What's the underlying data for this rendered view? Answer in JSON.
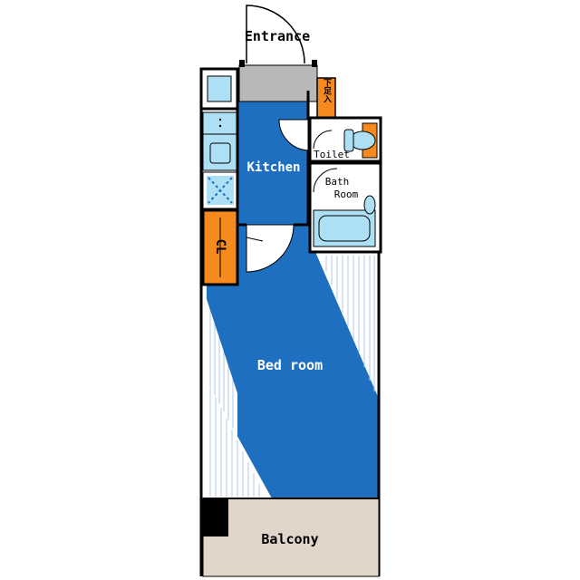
{
  "labels": {
    "entrance": "Entrance",
    "kitchen": "Kitchen",
    "toilet": "Toilet",
    "bath_line1": "Bath",
    "bath_line2": "Room",
    "closet": "CL",
    "shoebox": "下足入",
    "bedroom": "Bed room",
    "balcony": "Balcony"
  },
  "colors": {
    "floor_blue": "#1e6fbf",
    "closet_orange": "#f58a1f",
    "bath_fixture": "#aee0f5",
    "entry_gray": "#b8b8b8",
    "balcony_beige": "#e2d6cb",
    "wall": "#000000"
  }
}
